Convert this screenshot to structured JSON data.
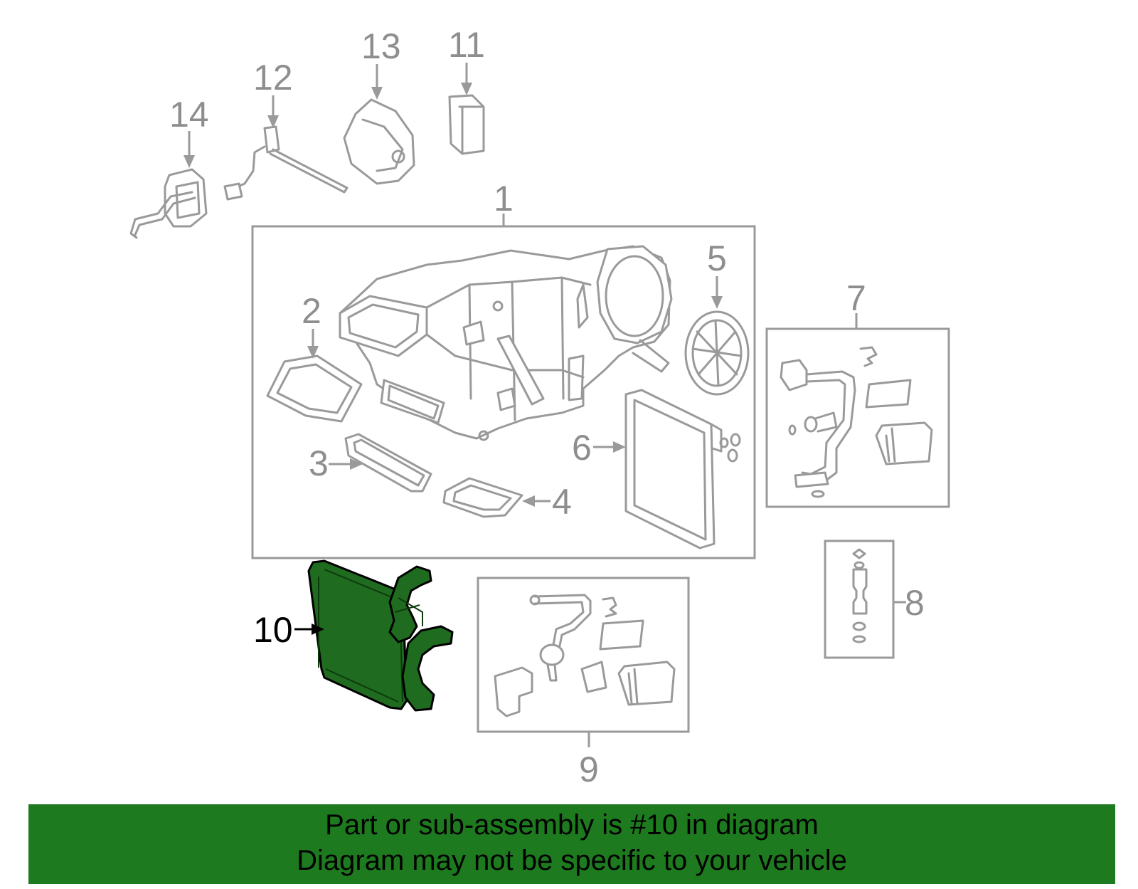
{
  "diagram": {
    "callouts": {
      "c1": "1",
      "c2": "2",
      "c3": "3",
      "c4": "4",
      "c5": "5",
      "c6": "6",
      "c7": "7",
      "c8": "8",
      "c9": "9",
      "c10": "10",
      "c11": "11",
      "c12": "12",
      "c13": "13",
      "c14": "14"
    },
    "highlighted_part": "10",
    "highlight_color": "#1f6b1f"
  },
  "banner": {
    "line1": "Part or sub-assembly is #10 in diagram",
    "line2": "Diagram may not be specific to your vehicle",
    "background_color": "#1e7a1e"
  }
}
